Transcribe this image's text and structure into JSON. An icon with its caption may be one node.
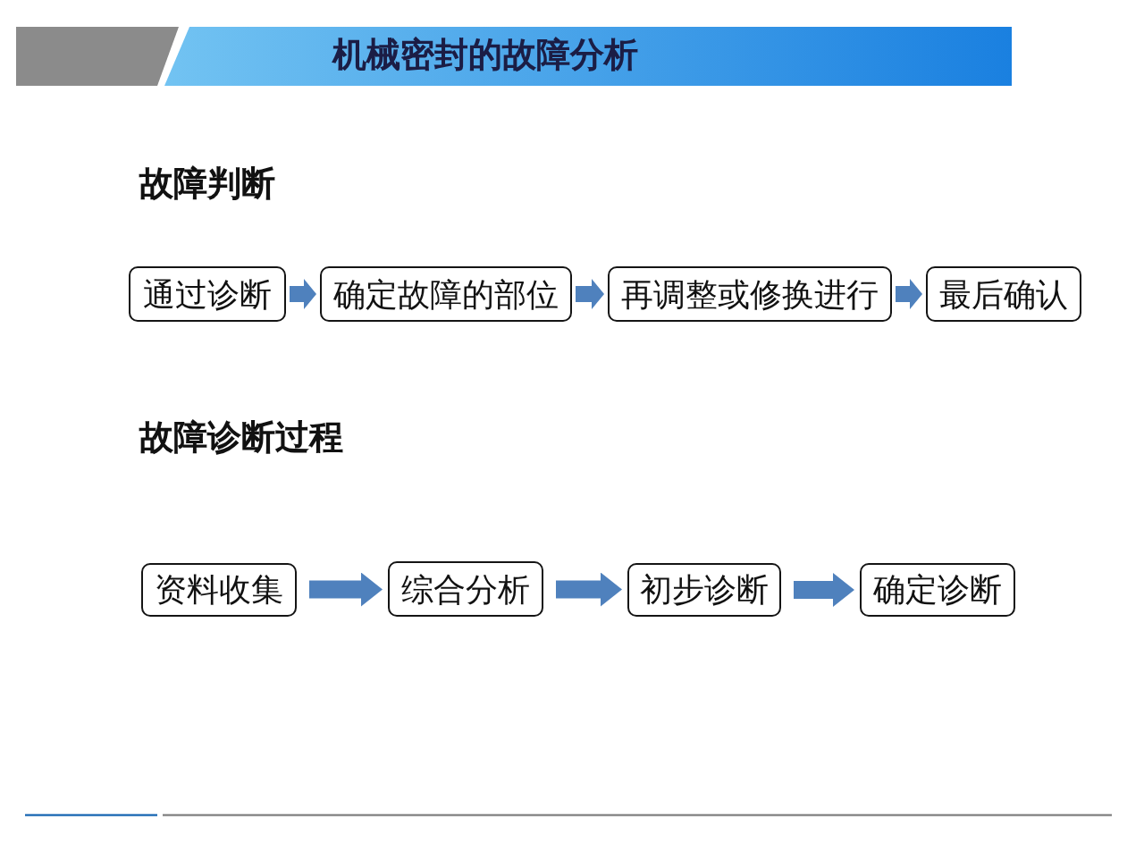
{
  "diagram": {
    "title": "机械密封的故障分析",
    "nodes": [
      {
        "text": [
          "通过诊断"
        ]
      },
      {
        "text": [
          "确定故障的部位"
        ]
      },
      {
        "text": [
          "再调整或修换进行"
        ]
      },
      {
        "text": [
          "最后确认"
        ]
      },
      {
        "text": [
          "资料收集"
        ]
      },
      {
        "text": [
          "综合分析"
        ]
      },
      {
        "text": [
          "初步诊断"
        ]
      },
      {
        "text": [
          "确定诊断"
        ]
      }
    ],
    "edges": [
      {
        "from": 0,
        "to": 1,
        "arrow": "to"
      },
      {
        "from": 1,
        "to": 2,
        "arrow": "to"
      },
      {
        "from": 2,
        "to": 3,
        "arrow": "to"
      },
      {
        "from": 4,
        "to": 5,
        "arrow": "to"
      },
      {
        "from": 5,
        "to": 6,
        "arrow": "to"
      },
      {
        "from": 6,
        "to": 7,
        "arrow": "to"
      }
    ],
    "labels": [
      "故障判断",
      "故障诊断过程"
    ]
  }
}
